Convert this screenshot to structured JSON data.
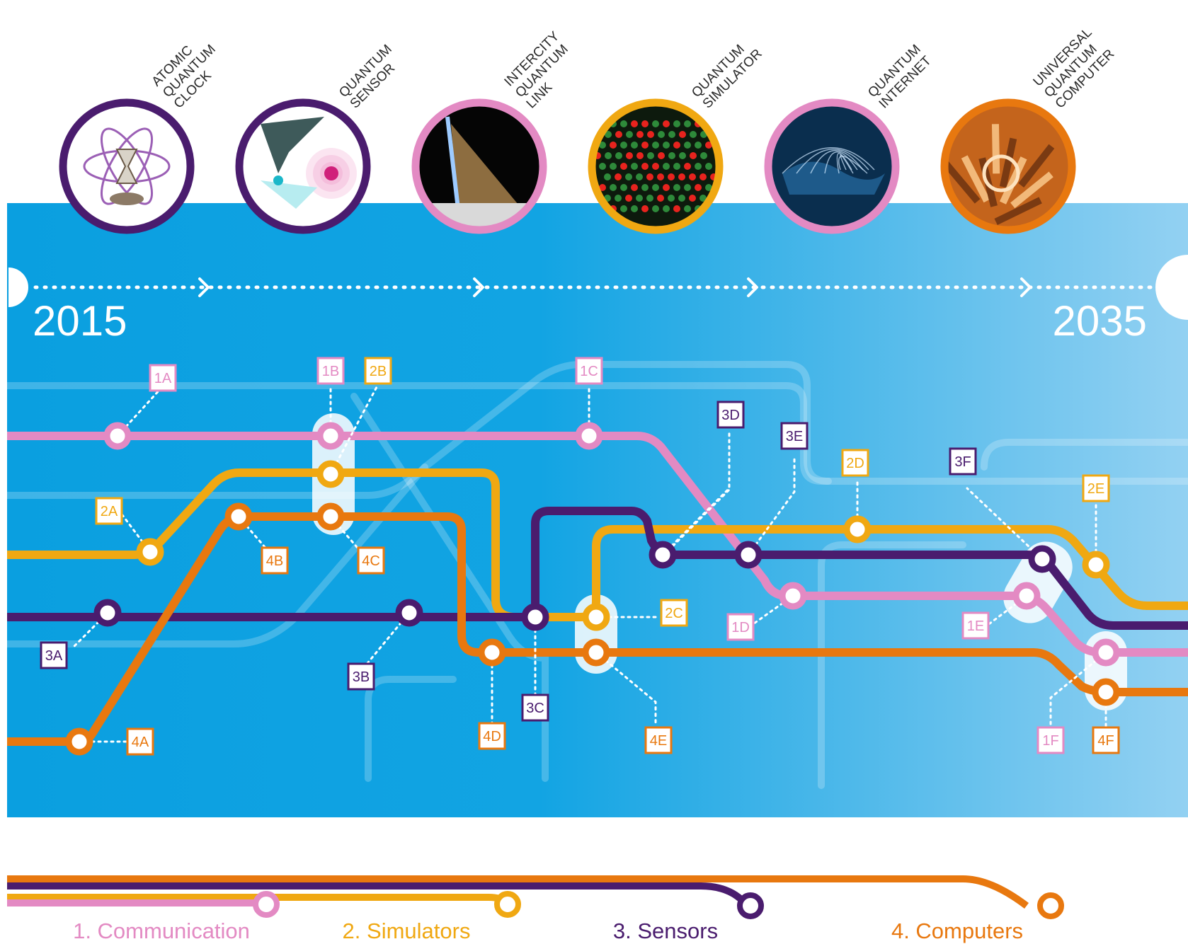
{
  "timeline": {
    "start_year": "2015",
    "end_year": "2035"
  },
  "milestones": [
    {
      "id": "atomic-quantum-clock",
      "label_lines": [
        "ATOMIC",
        "QUANTUM",
        "CLOCK"
      ],
      "ring_color": "#4a1c6e",
      "icon": "atom-hourglass-icon"
    },
    {
      "id": "quantum-sensor",
      "label_lines": [
        "QUANTUM",
        "SENSOR"
      ],
      "ring_color": "#4a1c6e",
      "icon": "sensor-tip-icon"
    },
    {
      "id": "intercity-quantum-link",
      "label_lines": [
        "INTERCITY",
        "QUANTUM",
        "LINK"
      ],
      "ring_color": "#e38ac3",
      "icon": "satellite-beam-icon"
    },
    {
      "id": "quantum-simulator",
      "label_lines": [
        "QUANTUM",
        "SIMULATOR"
      ],
      "ring_color": "#f0a812",
      "icon": "atom-grid-icon"
    },
    {
      "id": "quantum-internet",
      "label_lines": [
        "QUANTUM",
        "INTERNET"
      ],
      "ring_color": "#e38ac3",
      "icon": "world-network-icon"
    },
    {
      "id": "universal-quantum-computer",
      "label_lines": [
        "UNIVERSAL",
        "QUANTUM",
        "COMPUTER"
      ],
      "ring_color": "#e8780f",
      "icon": "processor-hardware-icon"
    }
  ],
  "lines": [
    {
      "id": "communication",
      "legend": "1. Communication",
      "color": "#e38ac3"
    },
    {
      "id": "simulators",
      "legend": "2. Simulators",
      "color": "#f0a812"
    },
    {
      "id": "sensors",
      "legend": "3. Sensors",
      "color": "#4a1c6e"
    },
    {
      "id": "computers",
      "legend": "4. Computers",
      "color": "#e8780f"
    }
  ],
  "stations": [
    {
      "label": "1A",
      "line": "communication"
    },
    {
      "label": "1B",
      "line": "communication"
    },
    {
      "label": "1C",
      "line": "communication"
    },
    {
      "label": "1D",
      "line": "communication"
    },
    {
      "label": "1E",
      "line": "communication"
    },
    {
      "label": "1F",
      "line": "communication"
    },
    {
      "label": "2A",
      "line": "simulators"
    },
    {
      "label": "2B",
      "line": "simulators"
    },
    {
      "label": "2C",
      "line": "simulators"
    },
    {
      "label": "2D",
      "line": "simulators"
    },
    {
      "label": "2E",
      "line": "simulators"
    },
    {
      "label": "3A",
      "line": "sensors"
    },
    {
      "label": "3B",
      "line": "sensors"
    },
    {
      "label": "3C",
      "line": "sensors"
    },
    {
      "label": "3D",
      "line": "sensors"
    },
    {
      "label": "3E",
      "line": "sensors"
    },
    {
      "label": "3F",
      "line": "sensors"
    },
    {
      "label": "4A",
      "line": "computers"
    },
    {
      "label": "4B",
      "line": "computers"
    },
    {
      "label": "4C",
      "line": "computers"
    },
    {
      "label": "4D",
      "line": "computers"
    },
    {
      "label": "4E",
      "line": "computers"
    },
    {
      "label": "4F",
      "line": "computers"
    }
  ],
  "colors": {
    "band_left": "#0a9fe0",
    "band_right": "#8fd0f2",
    "ghost_track": "#6fc4ee"
  }
}
